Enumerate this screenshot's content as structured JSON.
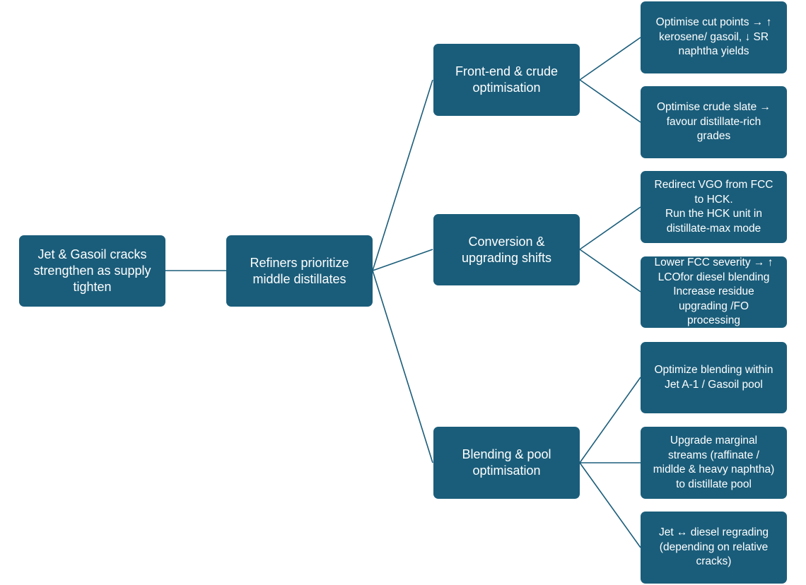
{
  "diagram": {
    "root": {
      "label": "Jet & Gasoil cracks\nstrengthen  as supply\ntighten"
    },
    "center": {
      "label": "Refiners prioritize\nmiddle distillates"
    },
    "branches": [
      {
        "label": "Front-end & crude\noptimisation",
        "leaves": [
          "Optimise cut points → ↑\nkerosene/ gasoil, ↓ SR\nnaphtha yields",
          "Optimise crude slate →\nfavour distillate-rich\ngrades"
        ]
      },
      {
        "label": "Conversion &\nupgrading shifts",
        "leaves": [
          "Redirect VGO from FCC\nto  HCK.\nRun the HCK unit in\ndistillate-max mode",
          "Lower FCC severity → ↑\nLCOfor diesel blending\nIncrease residue\nupgrading /FO\nprocessing"
        ]
      },
      {
        "label": "Blending & pool\noptimisation",
        "leaves": [
          "Optimize blending within\nJet A-1 / Gasoil  pool",
          "Upgrade marginal\nstreams (raffinate /\nmidlde & heavy naphtha)\nto distillate pool",
          "Jet ↔ diesel regrading\n(depending on relative\ncracks)"
        ]
      }
    ]
  }
}
